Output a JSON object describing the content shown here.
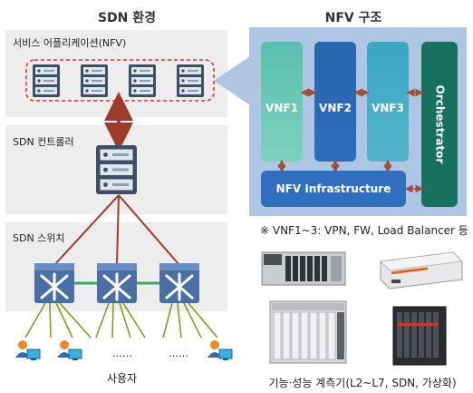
{
  "sdn": {
    "heading": "SDN 환경",
    "service_label": "서비스 어플리케이션(NFV)",
    "controller_label": "SDN 컨트롤러",
    "switch_label": "SDN 스위치",
    "dots": [
      "……",
      "……"
    ],
    "users_label": "사용자"
  },
  "nfv": {
    "heading": "NFV 구조",
    "vnfs": [
      "VNF1",
      "VNF2",
      "VNF3"
    ],
    "orchestrator": "Orchestrator",
    "infrastructure": "NFV Infrastructure",
    "note": "※ VNF1~3: VPN, FW, Load Balancer 등",
    "equipment_caption": "기능·성능 계측기(L2~L7, SDN, 가상화)"
  },
  "colors": {
    "sdn_line": "#9e3b2a",
    "dashed_border": "#e03030",
    "switch_link": "#3aa65a",
    "user_link": "#7a9a1a",
    "nfv_bg": "#aec6e4"
  }
}
